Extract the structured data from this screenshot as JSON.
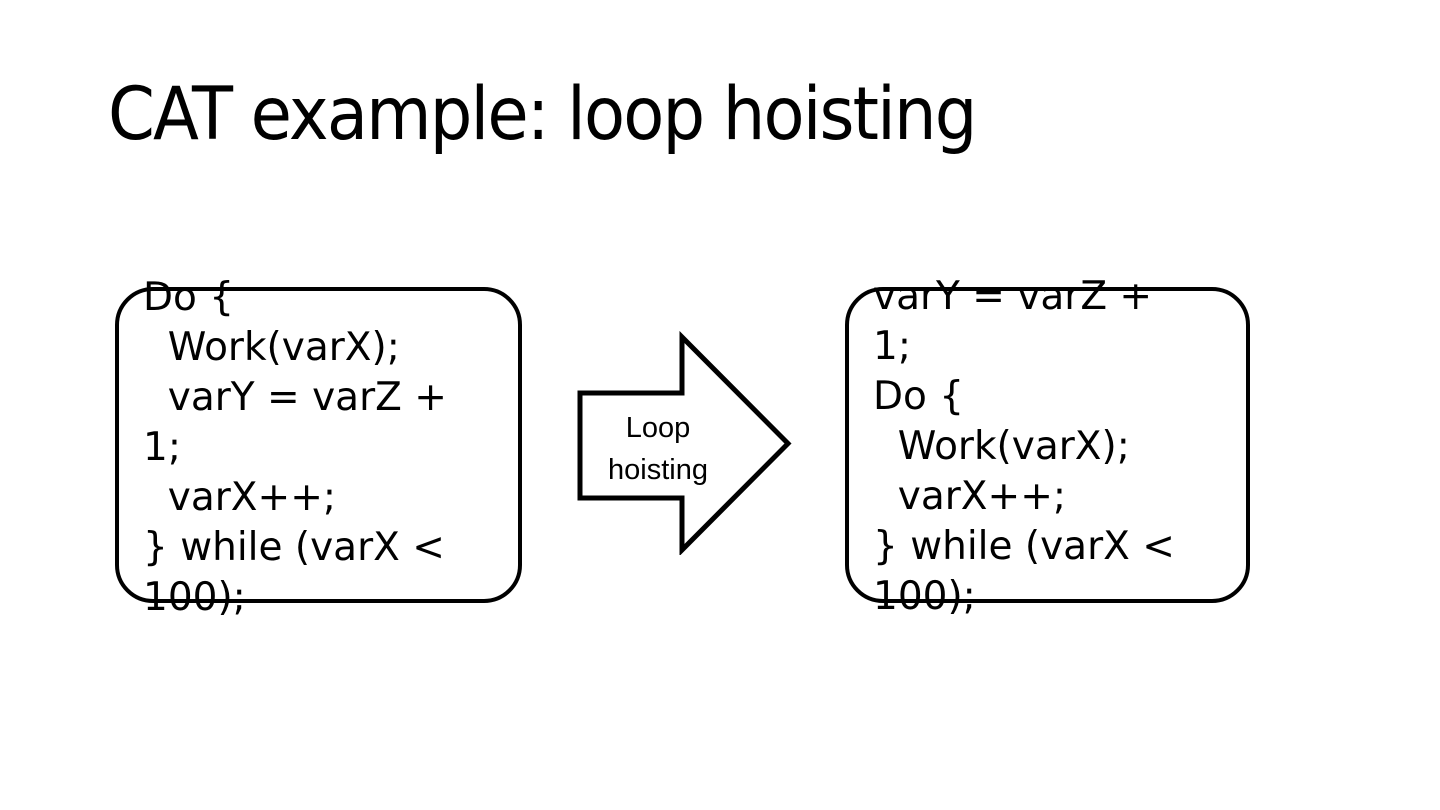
{
  "title": "CAT example: loop hoisting",
  "colors": {
    "ink": "#000000",
    "background": "#ffffff"
  },
  "before_box": {
    "lines": [
      "Do {",
      "  Work(varX);",
      "  varY = varZ +",
      "1;",
      "  varX++;",
      "} while (varX <",
      "100);"
    ]
  },
  "arrow": {
    "label_lines": [
      "Loop",
      "hoisting"
    ]
  },
  "after_box": {
    "lines": [
      "varY = varZ +",
      "1;",
      "Do {",
      "  Work(varX);",
      "  varX++;",
      "} while (varX <",
      "100);"
    ]
  }
}
